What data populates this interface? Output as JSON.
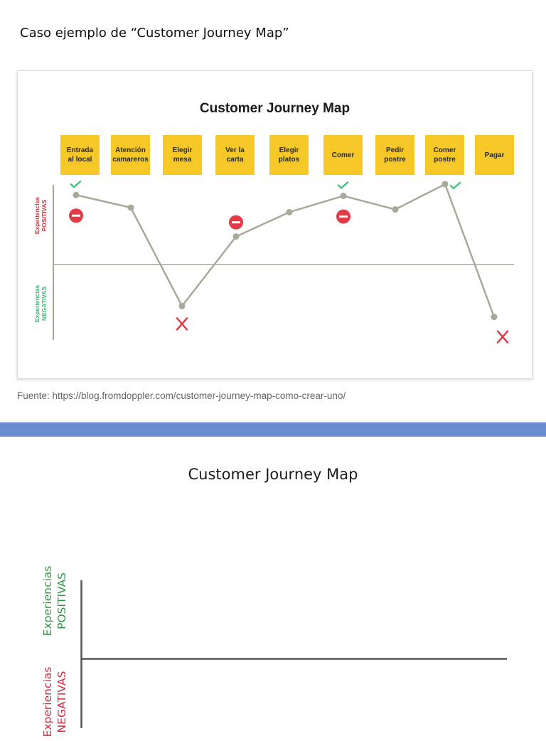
{
  "heading": "Caso ejemplo de “Customer Journey Map”",
  "example": {
    "title": "Customer Journey Map",
    "axis_positive": "Experiencias\nPOSITIVAS",
    "axis_negative": "Experiencias\nNEGATIVAS",
    "stages": [
      "Entrada\nal local",
      "Atención\ncamareros",
      "Elegir\nmesa",
      "Ver la\ncarta",
      "Elegir\nplatos",
      "Comer",
      "Pedir\npostre",
      "Comer\npostre",
      "Pagar"
    ],
    "colors": {
      "stage": "#f5c827",
      "line": "#a9a99b",
      "positive_axis_text": "#d9363e",
      "negative_axis_text": "#3cb878",
      "check": "#4cc383",
      "minus": "#e23a46",
      "cross": "#e23a46"
    },
    "icons": [
      "check-icon",
      "minus-circle-icon",
      "cross-icon"
    ]
  },
  "chart_data": {
    "type": "line",
    "title": "Customer Journey Map",
    "series": [
      {
        "values": [
          0.77,
          0.63,
          -0.46,
          0.31,
          0.58,
          0.76,
          0.61,
          0.89,
          -0.58
        ]
      }
    ],
    "x": [
      "Entrada\nal local",
      "Atención\ncamareros",
      "Elegir\nmesa",
      "Ver la\ncarta",
      "Elegir\nplatos",
      "Comer",
      "Pedir\npostre",
      "Comer\npostre",
      "Pagar"
    ],
    "markers": [
      {
        "index": 0,
        "icon": "check-icon"
      },
      {
        "index": 0,
        "icon": "minus-circle-icon"
      },
      {
        "index": 2,
        "icon": "cross-icon"
      },
      {
        "index": 3,
        "icon": "minus-circle-icon"
      },
      {
        "index": 5,
        "icon": "check-icon"
      },
      {
        "index": 5,
        "icon": "minus-circle-icon"
      },
      {
        "index": 7,
        "icon": "check-icon"
      },
      {
        "index": 8,
        "icon": "cross-icon"
      }
    ],
    "ylim": [
      -1,
      1
    ],
    "legend": "none"
  },
  "source": "Fuente: https://blog.fromdoppler.com/customer-journey-map-como-crear-uno/",
  "template": {
    "title": "Customer Journey Map",
    "axis_positive": "Experiencias\nPOSITIVAS",
    "axis_negative": "Experiencias\nNEGATIVAS",
    "colors": {
      "positive_text": "#2e9a40",
      "negative_text": "#d52b3e",
      "axis": "#555555",
      "band": "#6a8cd0"
    }
  }
}
